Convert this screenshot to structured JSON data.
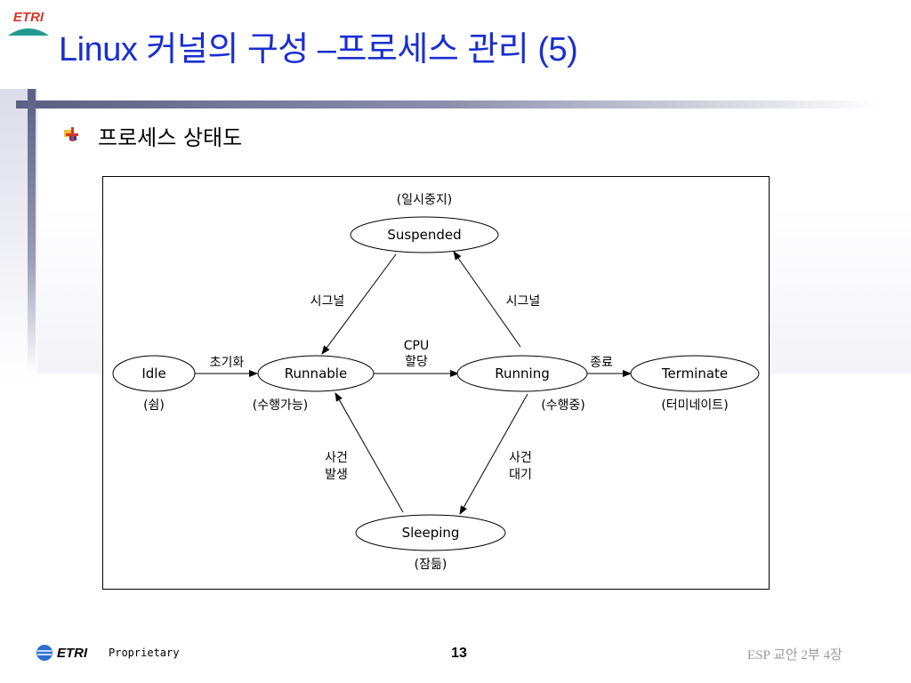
{
  "header": {
    "title": "Linux 커널의 구성 –프로세스 관리 (5)"
  },
  "bullet": {
    "text": "프로세스 상태도"
  },
  "diagram": {
    "states": {
      "suspended": {
        "label": "Suspended",
        "caption": "(일시중지)"
      },
      "idle": {
        "label": "Idle",
        "caption": "(쉼)"
      },
      "runnable": {
        "label": "Runnable",
        "caption": "(수행가능)"
      },
      "running": {
        "label": "Running",
        "caption": "(수행중)"
      },
      "terminate": {
        "label": "Terminate",
        "caption": "(터미네이트)"
      },
      "sleeping": {
        "label": "Sleeping",
        "caption": "(잠듦)"
      }
    },
    "transitions": {
      "idle_to_runnable": "초기화",
      "runnable_to_running": [
        "CPU",
        "할당"
      ],
      "running_to_terminate": "종료",
      "suspended_to_runnable": "시그널",
      "running_to_suspended": "시그널",
      "sleeping_to_runnable": [
        "사건",
        "발생"
      ],
      "running_to_sleeping": [
        "사건",
        "대기"
      ]
    }
  },
  "footer": {
    "proprietary": "Proprietary",
    "page": "13",
    "course": "ESP 교안 2부 4장"
  },
  "colors": {
    "title": "#1a2fd0",
    "accent_bar": "#5a5f84",
    "logo_red": "#d8352a",
    "logo_teal": "#1f9b8e",
    "footer_gray": "#9a9a9a"
  }
}
